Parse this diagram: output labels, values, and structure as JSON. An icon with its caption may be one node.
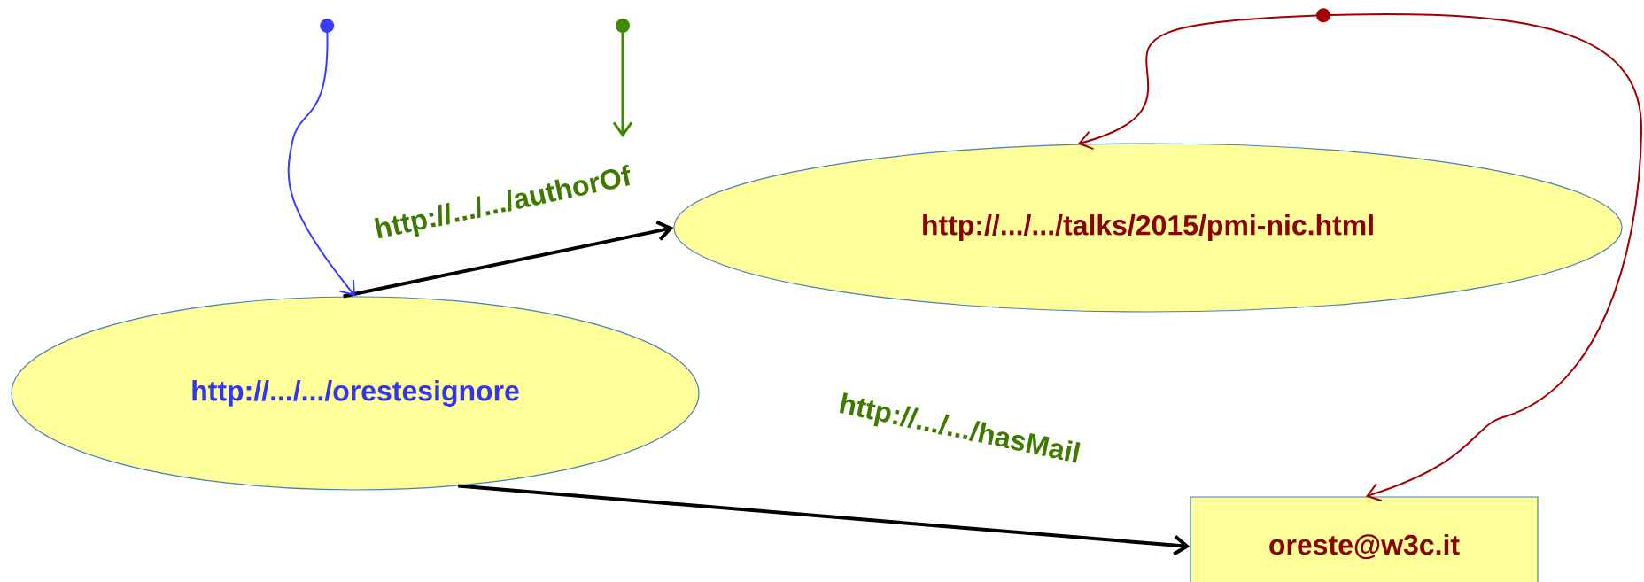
{
  "diagram": {
    "nodes": [
      {
        "text": [
          "http://.../.../orestesignore"
        ]
      },
      {
        "text": [
          "http://.../.../talks/2015/pmi-nic.html"
        ]
      },
      {
        "text": [
          "oreste@w3c.it"
        ]
      }
    ],
    "edges": [
      {
        "from": 0,
        "to": 1,
        "arrow": "to",
        "label": "http://.../.../authorOf",
        "color": "#000000"
      },
      {
        "from": 0,
        "to": 2,
        "arrow": "to",
        "label": "http://.../.../hasMail",
        "color": "#000000"
      },
      {
        "from": null,
        "to": 0,
        "arrow": "to",
        "color": "#3b3bff"
      },
      {
        "from": null,
        "to": 1,
        "arrow": "to",
        "color": "#a00000"
      },
      {
        "from": null,
        "to": 2,
        "arrow": "to",
        "color": "#a00000"
      }
    ]
  }
}
